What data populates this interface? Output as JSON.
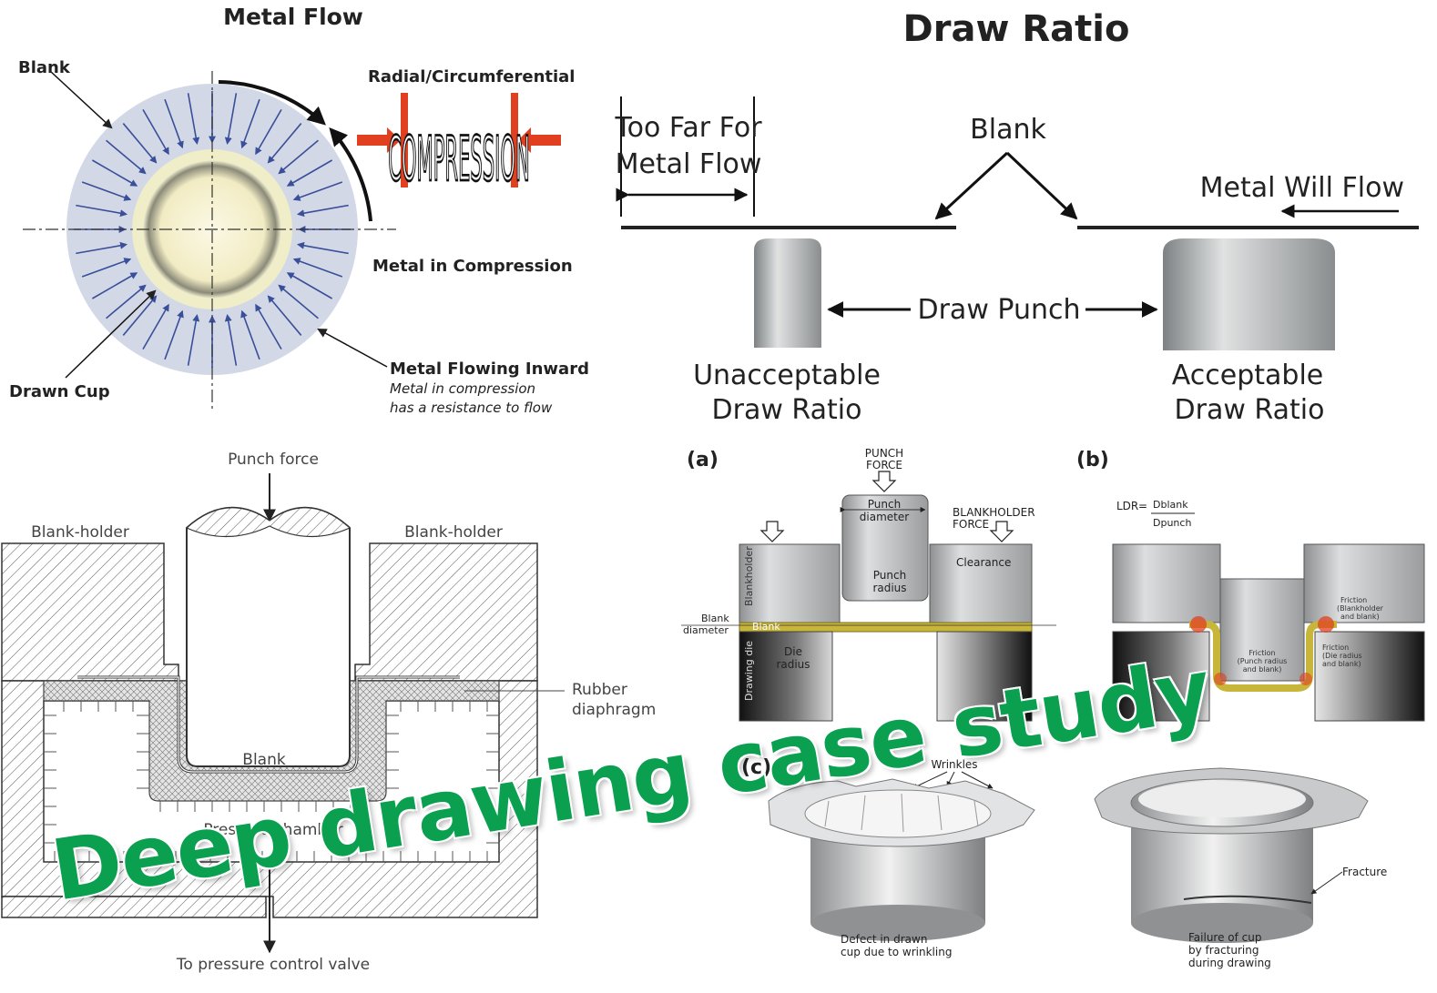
{
  "metal_flow": {
    "title": "Metal Flow",
    "blank": "Blank",
    "radial_circumferential": "Radial/Circumferential",
    "compression": "COMPRESSION",
    "metal_in_compression": "Metal in Compression",
    "metal_flowing_inward": "Metal Flowing Inward",
    "resistance_1": "Metal in compression",
    "resistance_2": "has a resistance to flow",
    "drawn_cup": "Drawn Cup"
  },
  "draw_ratio": {
    "title": "Draw Ratio",
    "too_far_1": "Too Far For",
    "too_far_2": "Metal Flow",
    "blank": "Blank",
    "metal_will_flow": "Metal Will Flow",
    "draw_punch": "Draw Punch",
    "unacceptable_1": "Unacceptable",
    "unacceptable_2": "Draw Ratio",
    "acceptable_1": "Acceptable",
    "acceptable_2": "Draw Ratio"
  },
  "hydroform": {
    "punch_force": "Punch force",
    "blank_holder_left": "Blank-holder",
    "blank_holder_right": "Blank-holder",
    "rubber_1": "Rubber",
    "rubber_2": "diaphragm",
    "blank": "Blank",
    "pressure_chamber": "Pressure chamber",
    "to_valve": "To pressure control valve"
  },
  "figure_a": {
    "label": "(a)",
    "punch_force_1": "PUNCH",
    "punch_force_2": "FORCE",
    "punch_diameter_1": "Punch",
    "punch_diameter_2": "diameter",
    "blankholder_force_1": "BLANKHOLDER",
    "blankholder_force_2": "FORCE",
    "clearance": "Clearance",
    "punch_radius_1": "Punch",
    "punch_radius_2": "radius",
    "blankholder": "Blankholder",
    "blank_diameter_1": "Blank",
    "blank_diameter_2": "diameter",
    "blank": "Blank",
    "die_radius_1": "Die",
    "die_radius_2": "radius",
    "drawing_die": "Drawing die"
  },
  "figure_b": {
    "label": "(b)",
    "ldr_lhs": "LDR",
    "ldr_num": "Dblank",
    "ldr_den": "Dpunch",
    "friction_bh_1": "Friction",
    "friction_bh_2": "(Blankholder",
    "friction_bh_3": "and blank)",
    "friction_pr_1": "Friction",
    "friction_pr_2": "(Punch radius",
    "friction_pr_3": "and blank)",
    "friction_dr_1": "Friction",
    "friction_dr_2": "(Die radius",
    "friction_dr_3": "and blank)"
  },
  "figure_c": {
    "label": "(c)",
    "wrinkles": "Wrinkles",
    "defect_1": "Defect in drawn",
    "defect_2": "cup due to wrinkling",
    "fracture": "Fracture",
    "failure_1": "Failure of cup",
    "failure_2": "by fracturing",
    "failure_3": "during drawing"
  },
  "overlay_title": "Deep drawing case study",
  "colors": {
    "overlay_green": "#0aa050",
    "compression_red": "#e04020",
    "blank_gold": "#c8b63a",
    "disc_blue": "#d3d8e6",
    "arrow_blue": "#3a4f9a"
  }
}
